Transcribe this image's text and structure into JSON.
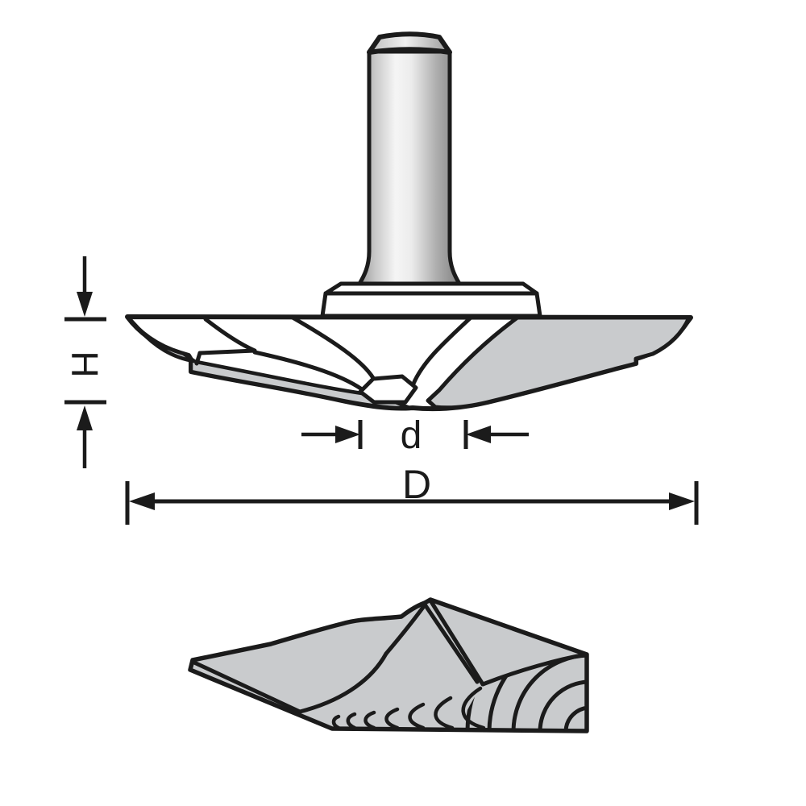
{
  "diagram": {
    "labels": {
      "height": "H",
      "inner_diameter": "d",
      "outer_diameter": "D"
    },
    "colors": {
      "outline": "#1b1b1b",
      "steel_gray": "#c9cbcd",
      "face_white": "#ffffff",
      "background": "#ffffff"
    },
    "icons": [
      "arrow-down-icon",
      "arrow-up-icon",
      "arrow-right-icon",
      "arrow-left-icon",
      "arrow-double-left-icon",
      "arrow-double-right-icon"
    ]
  }
}
